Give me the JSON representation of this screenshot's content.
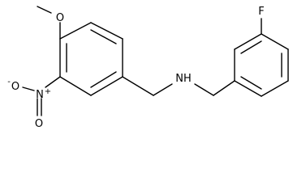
{
  "atoms": {
    "methoxy_oxygen": "O",
    "nitro_nitrogen": "N",
    "nitro_nitrogen_charge": "+",
    "nitro_oxygen_upper": "O",
    "nitro_oxygen_upper_charge": "-",
    "nitro_oxygen_lower": "O",
    "amine": "NH",
    "fluorine": "F"
  }
}
